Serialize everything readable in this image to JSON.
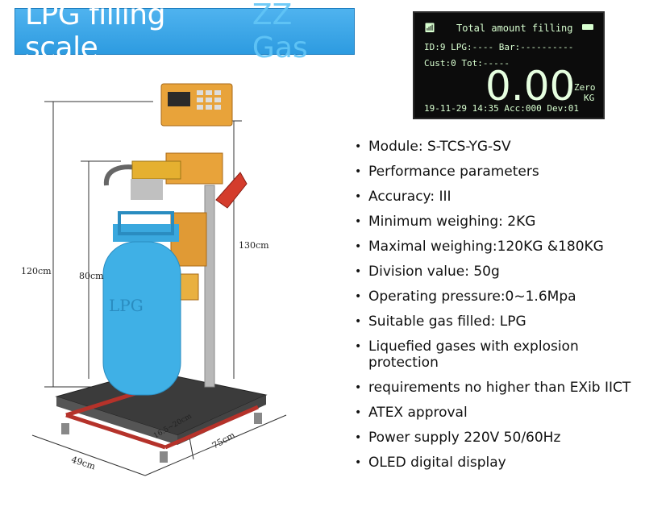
{
  "title": {
    "main": "LPG filling scale",
    "brand": "ZZ Gas"
  },
  "display": {
    "header": "Total amount filling",
    "id_line": "ID:9   LPG:---- Bar:----------",
    "cust_line": "Cust:0              Tot:-----",
    "value": "0.00",
    "unit_line1": "Zero",
    "unit_line2": "KG",
    "footer": "19-11-29 14:35 Acc:000   Dev:01"
  },
  "dimensions": {
    "height_total": "120cm",
    "height_mid": "80cm",
    "height_pole": "130cm",
    "depth": "75cm",
    "width": "49cm",
    "platform_height": "16.5~20cm"
  },
  "cylinder_label": "LPG",
  "specs": [
    "Module: S-TCS-YG-SV",
    "Performance parameters",
    "Accuracy: III",
    "Minimum weighing: 2KG",
    "Maximal weighing:120KG &180KG",
    "Division value: 50g",
    "Operating pressure:0~1.6Mpa",
    "Suitable gas filled: LPG",
    "Liquefied gases with explosion protection",
    "requirements no higher than EXib IICT",
    "ATEX approval",
    "Power supply 220V 50/60Hz",
    "OLED digital display"
  ],
  "colors": {
    "banner": "#2d9be0",
    "cylinder": "#3fb0e6",
    "cabinet": "#e8a33a",
    "frame": "#b5322a",
    "oled_text": "#d8ffd0"
  }
}
